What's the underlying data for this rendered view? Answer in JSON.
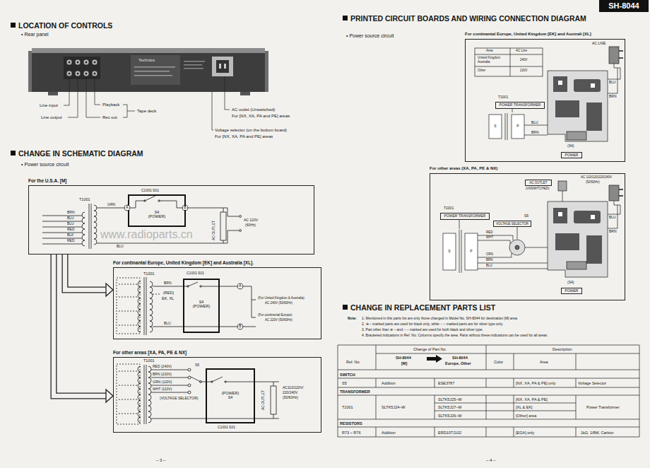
{
  "diagram": {
    "nodes": [
      {
        "text": [
          "SH-8044"
        ]
      },
      {
        "text": [
          "For the U.S.A. [M]"
        ]
      },
      {
        "text": [
          "S4",
          "(POWER)"
        ],
        "in": 1
      },
      {
        "text": [
          "For continantal Europe, United Kingdom [EK] and Australia [XL]."
        ]
      },
      {
        "text": [
          "S4",
          "(POWER)"
        ],
        "in": 3
      },
      {
        "text": [
          "For other areas [XA, PA, PE & NX]"
        ]
      },
      {
        "text": [
          "(POWER)",
          "S4"
        ],
        "in": 5
      },
      {
        "text": [
          "For continantal Europe, United Kingdom [EK] and Australi [XL]"
        ]
      },
      {
        "text": [
          "POWER TRANSFORMER"
        ],
        "in": 7
      },
      {
        "text": [
          "POWER"
        ],
        "in": 7
      },
      {
        "text": [
          "For other areas (XA, PA, PE & NX)"
        ]
      },
      {
        "text": [
          "AC OUTLET"
        ],
        "in": 10
      },
      {
        "text": [
          "POWER TRANSFORMER"
        ],
        "in": 10
      },
      {
        "text": [
          "VOLTAGE SELECTOR"
        ],
        "in": 10
      },
      {
        "text": [
          "POWER"
        ],
        "in": 10
      }
    ],
    "edges": [
      {
        "from": 1,
        "to": 3,
        "arrow": "to"
      },
      {
        "from": 1,
        "to": 5,
        "arrow": "to"
      }
    ],
    "labels": [
      "LOCATION OF CONTROLS",
      "• Rear panel",
      "Line input",
      "Line output",
      "Playback",
      "Rec out",
      "Tape deck",
      "AC outlet (Unswitched)",
      "For [NX, XA, PA and PE] areas",
      "Voltage selector (on the bottom board)",
      "For [NX, XA, PA and PE] areas",
      "Technics",
      "CHANGE IN SCHEMATIC DIAGRAM",
      "• Power source circuit",
      "T1001",
      "BRN",
      "BLU",
      "BLU",
      "RED",
      "BLK",
      "RED",
      "GRN",
      "C1001 S01",
      "A",
      "B",
      "AC OUTLET",
      "AC 120V",
      "(60Hz)",
      "BLU",
      "T1001",
      "BRN",
      "(RED)",
      "EK, XL",
      "BLU",
      "C1001 S01",
      "A",
      "(For United Kingdom & Australia)",
      "AC 240V (50/60Hz)",
      "(For continental Europe)",
      "AC 220V (50/60Hz)",
      "B",
      "T1001",
      "RED (240V)",
      "BRN (220V)",
      "GRN (120V)",
      "WHT (110V)",
      "S5",
      "(VOLTAGE SELECTOR)",
      "C1001 S01",
      "AC OUTLET",
      "AC110/120V/",
      "220/240V",
      "(50/60Hz)",
      "www.radioparts.cn",
      "– 3 –",
      "PRINTED CIRCUIT BOARDS AND WIRING CONNECTION DIAGRAM",
      "• Power source circuit",
      "Area",
      "AC Line",
      "United Kingdom",
      "Australia",
      "240V",
      "Other",
      "220V",
      "AC LINE",
      "T1001",
      "BLU",
      "BRN",
      "S",
      "P",
      "BLU",
      "BRN",
      "(S4)",
      "AC 110/120/220/240V",
      "(50/60Hz)",
      "(UNSWITCHED)",
      "T1001",
      "S5",
      "RED",
      "WHT",
      "ORN",
      "BRN",
      "BLU",
      "S",
      "P",
      "BLU",
      "BRN",
      "(S4)",
      "CHANGE IN REPLACEMENT PARTS LIST",
      "Note:",
      "1. Mentioned in this parts list are only those changed in Model No. SH-8044 for destination [M] area.",
      "2. ⊗ – marked parts are used for black only, while ○ – marked parts are for silver type only.",
      "3. Part other than ⊗ – and ○ – marked are used for both black and silver type.",
      "4. Bracketed indications in Ref. No. Columns specify the area. Parts without these indications can be used for all areas.",
      "Ref. No.",
      "Change of Part No.",
      "Description",
      "SH-8044",
      "[M]",
      "SH-8044",
      "Europe, Other",
      "Color",
      "Area",
      "SWITCH",
      "S5",
      "Addition",
      "ESE3787",
      "[NX, XA, PA & PE] only",
      "Voltage Selector",
      "TRANSFORMER",
      "T1001",
      "SLTK5J24–W",
      "SLTK5J25–W",
      "[NX, XA, PA & PE]",
      "SLTK5J27–W",
      "[XL & EK]",
      "SLTK5J26–W",
      "[Other] area",
      "Power Transformer",
      "RESISTORS",
      "R73 ~ R76",
      "Addition",
      "ERD10TJ102",
      "[EGA] only",
      "1kΩ, 1/8W, Carbon",
      "– 4 –"
    ]
  }
}
